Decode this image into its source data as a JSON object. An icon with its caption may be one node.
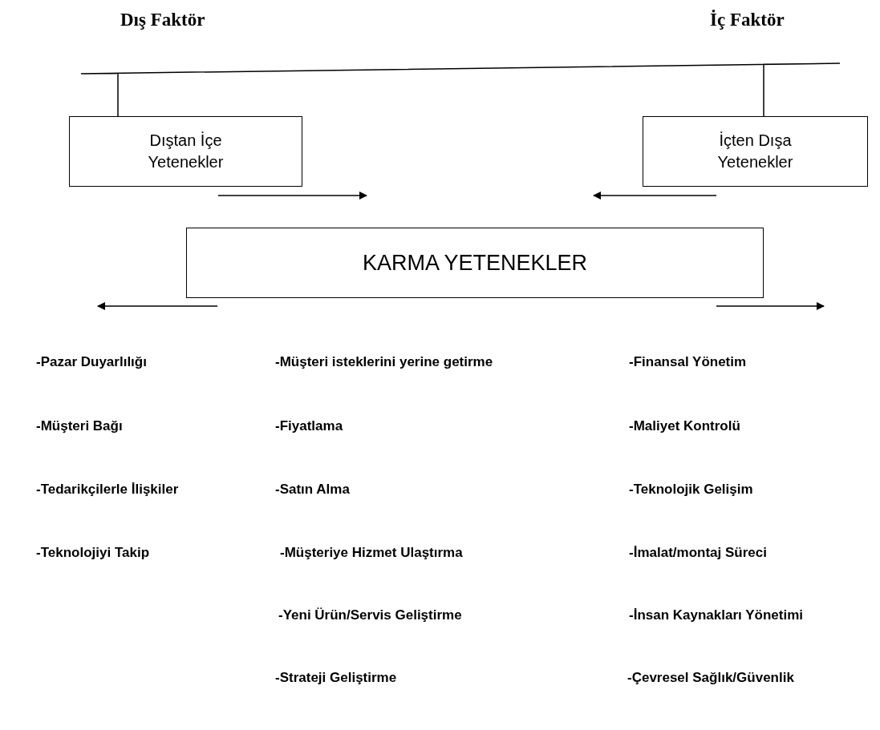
{
  "diagram": {
    "nodes": [
      {
        "text": [
          "Dıştan İçe Yetenekler"
        ]
      },
      {
        "text": [
          "İçten Dışa Yetenekler"
        ]
      },
      {
        "text": [
          "KARMA YETENEKLER"
        ]
      }
    ],
    "edges": [
      {
        "from": 0,
        "to": 1,
        "arrow": "none"
      },
      {
        "from": 0,
        "to": null,
        "arrow": "to"
      },
      {
        "from": 1,
        "to": null,
        "arrow": "to"
      },
      {
        "from": 2,
        "to": null,
        "arrow": "to"
      },
      {
        "from": 2,
        "to": null,
        "arrow": "to"
      }
    ],
    "labels": [
      "Dış Faktör",
      "İç Faktör",
      "-Pazar Duyarlılığı",
      "-Müşteri isteklerini yerine getirme",
      "-Finansal Yönetim",
      "-Müşteri Bağı",
      "-Fiyatlama",
      "-Maliyet Kontrolü",
      "-Tedarikçilerle İlişkiler",
      "-Satın Alma",
      "-Teknolojik Gelişim",
      "-Teknolojiyi Takip",
      "-Müşteriye Hizmet Ulaştırma",
      "-İmalat/montaj Süreci",
      "-Yeni Ürün/Servis Geliştirme",
      "-İnsan Kaynakları Yönetimi",
      "-Strateji Geliştirme",
      "-Çevresel Sağlık/Güvenlik"
    ]
  }
}
